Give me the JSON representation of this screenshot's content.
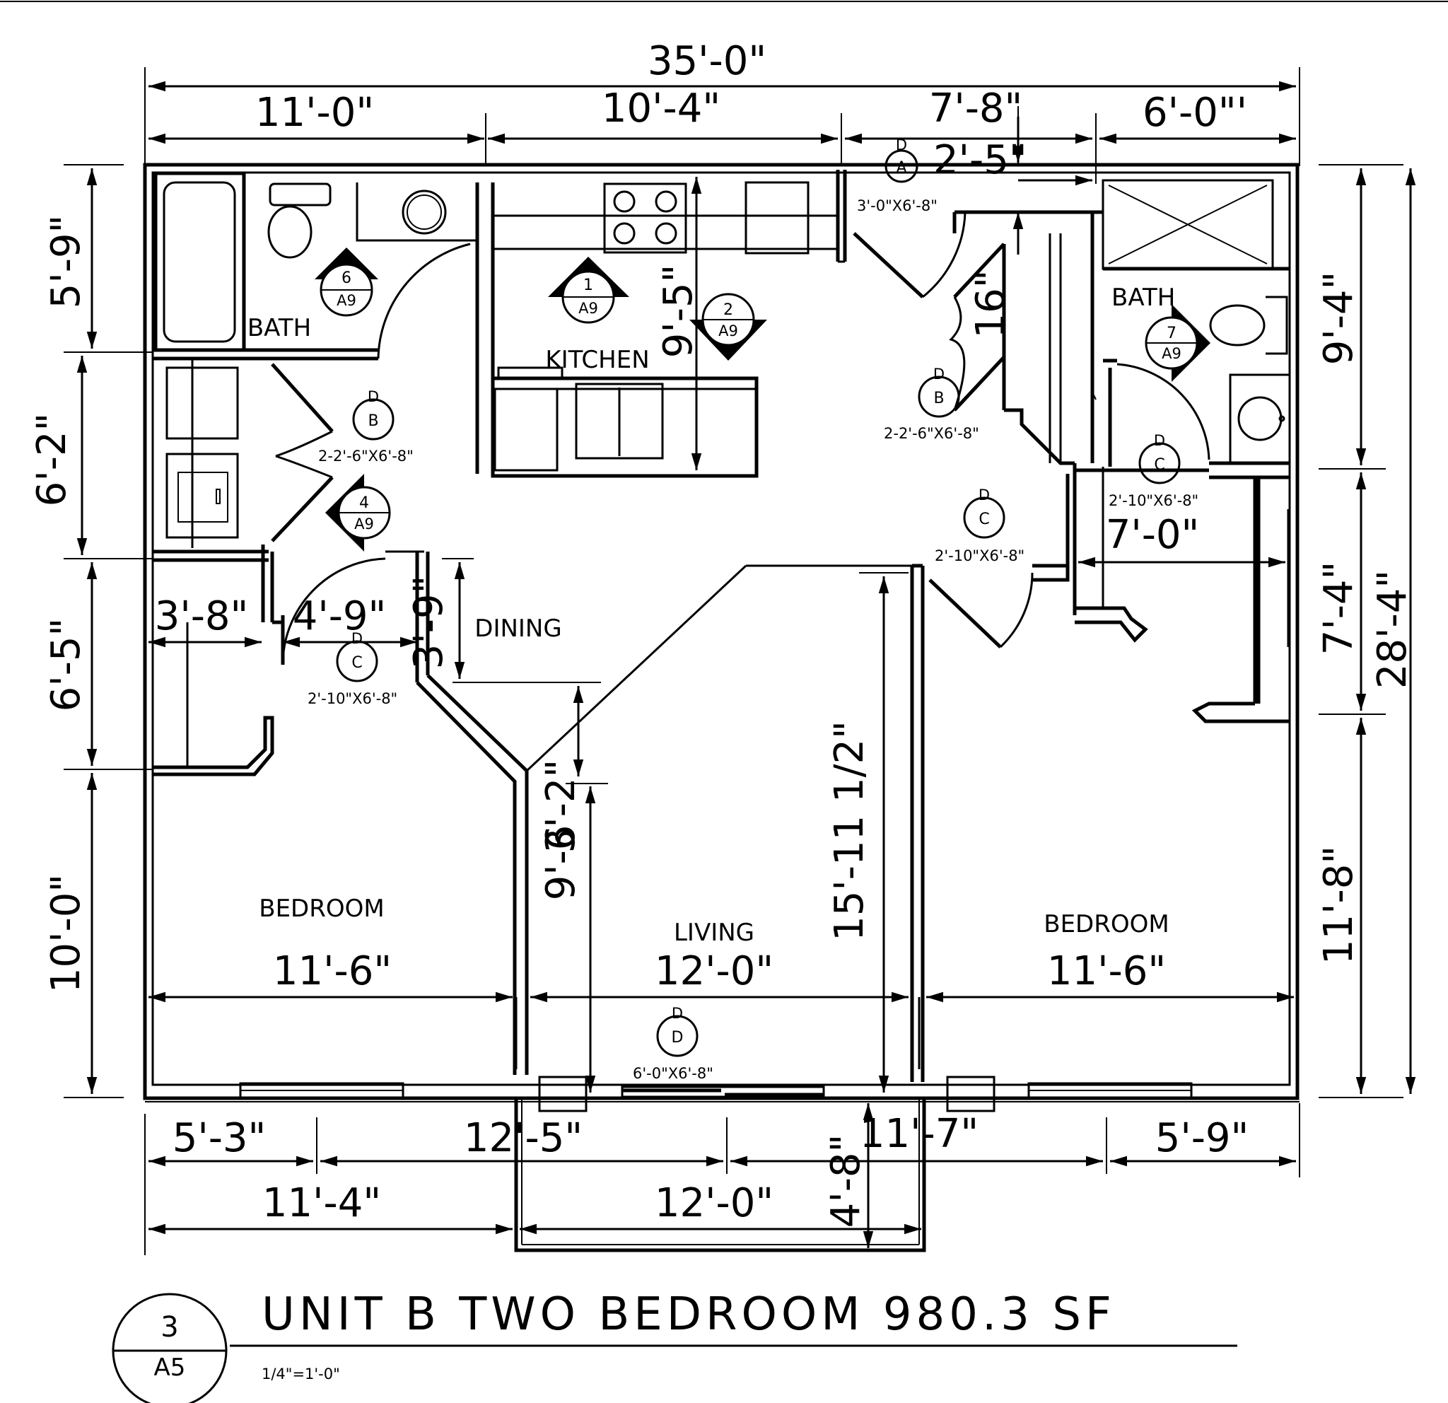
{
  "title": "UNIT B TWO BEDROOM 980.3 SF",
  "scale": "1/4\"=1'-0\"",
  "sheet_ref": {
    "number": "3",
    "sheet": "A5"
  },
  "rooms": {
    "bath_left": "BATH",
    "bath_right": "BATH",
    "kitchen": "KITCHEN",
    "dining": "DINING",
    "bedroom_left": "BEDROOM",
    "living": "LIVING",
    "bedroom_right": "BEDROOM"
  },
  "dims_top": {
    "overall": "35'-0\"",
    "a": "11'-0\"",
    "b": "10'-4\"",
    "c": "7'-8\"",
    "d": "6'-0\"'",
    "e": "2'-5\""
  },
  "dims_left": {
    "a": "5'-9\"",
    "b": "6'-2\"",
    "c": "6'-5\"",
    "d": "10'-0\""
  },
  "dims_right": {
    "a": "9'-4\"",
    "b": "7'-4\"",
    "c": "11'-8\"",
    "overall": "28'-4\""
  },
  "dims_bottom": {
    "a": "5'-3\"",
    "b": "12'-5\"",
    "c": "11'-7\"",
    "d": "5'-9\"",
    "e": "11'-4\"",
    "f": "12'-0\"",
    "g": "4'-8\""
  },
  "dims_interior": {
    "kitchen_depth": "9'-5\"",
    "closet_16": "16\"",
    "bath_right_width": "7'-0\"",
    "hall_38": "3'-8\"",
    "hall_49": "4'-9\"",
    "dining_39": "3'-9\"",
    "living_height": "15'-11 1/2\"",
    "living_96": "9'-6",
    "living_32": "3'-2\"",
    "bedroom_left_w": "11'-6\"",
    "living_w": "12'-0\"",
    "bedroom_right_w": "11'-6\""
  },
  "view_tags": [
    {
      "num": "1",
      "sheet": "A9"
    },
    {
      "num": "2",
      "sheet": "A9"
    },
    {
      "num": "4",
      "sheet": "A9"
    },
    {
      "num": "6",
      "sheet": "A9"
    },
    {
      "num": "7",
      "sheet": "A9"
    }
  ],
  "door_tags": {
    "letter_d": "D",
    "entry": {
      "tag": "A",
      "size": "3'-0\"X6'-8\""
    },
    "closet_left": {
      "tag": "B",
      "size": "2-2'-6\"X6'-8\""
    },
    "closet_right": {
      "tag": "B",
      "size": "2-2'-6\"X6'-8\""
    },
    "bath_right": {
      "tag": "C",
      "size": "2'-10\"X6'-8\""
    },
    "bedroom_right": {
      "tag": "C",
      "size": "2'-10\"X6'-8\""
    },
    "bedroom_left": {
      "tag": "C",
      "size": "2'-10\"X6'-8\""
    },
    "patio": {
      "tag": "D",
      "size": "6'-0\"X6'-8\""
    }
  }
}
